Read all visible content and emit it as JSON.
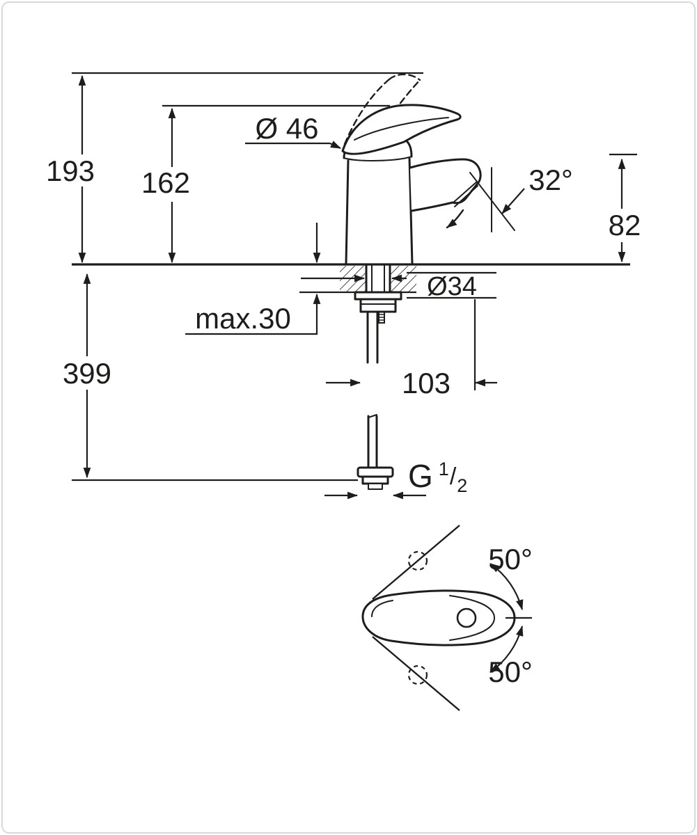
{
  "page": {
    "background": "#ffffff",
    "border_color": "#d8d8d8",
    "line_color": "#1d1d1b"
  },
  "drawing": {
    "kind": "faucet-installation-dimension-drawing",
    "views": {
      "side_view": "faucet side elevation with mounting deck",
      "bottom_view": "handle swivel range top view"
    },
    "labels": {
      "height_total": "193",
      "height_handle": "162",
      "body_diameter": "Ø 46",
      "spout_angle": "32°",
      "spout_height": "82",
      "hole_diameter": "Ø34",
      "deck_thickness_max": "max.30",
      "supply_length": "399",
      "projection": "103",
      "thread_prefix": "G",
      "thread_numerator": "1",
      "thread_slash": "/",
      "thread_denominator": "2",
      "swivel_upper": "50°",
      "swivel_lower": "50°"
    }
  }
}
